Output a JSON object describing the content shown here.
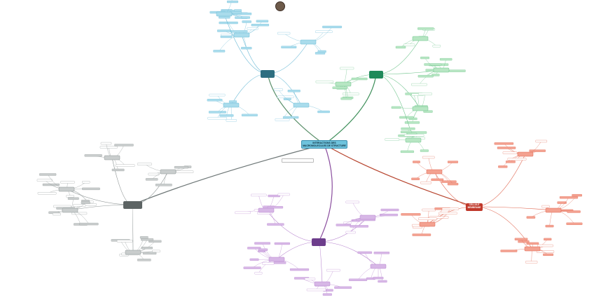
{
  "central": {
    "label": "INTERACTIONS DES MACROMOLECULES DE STRUCTURE"
  },
  "branches": [
    {
      "id": "cyan",
      "label": "",
      "color": "#2d6e80",
      "leaf": "#a9dcec",
      "leaf_stroke": "#6bbad6",
      "line": "#5a8f6a"
    },
    {
      "id": "green",
      "label": "",
      "color": "#1f8a5a",
      "leaf": "#b7e6c3",
      "leaf_stroke": "#6cc38a",
      "line": "#3e8f5a"
    },
    {
      "id": "red",
      "label": "CELLULE MEMBRANE",
      "color": "#c0392b",
      "leaf": "#f3a190",
      "leaf_stroke": "#e06650",
      "line": "#b7452f"
    },
    {
      "id": "purple",
      "label": "",
      "color": "#6d3d8c",
      "leaf": "#d7b7e6",
      "leaf_stroke": "#b784cf",
      "line": "#8a4d9e"
    },
    {
      "id": "grey",
      "label": "",
      "color": "#5d6464",
      "leaf": "#c9cdcd",
      "leaf_stroke": "#8f9696",
      "line": "#6f7878"
    }
  ],
  "legend": {
    "col1": [
      "",
      "",
      "",
      "",
      "",
      "",
      "",
      ""
    ],
    "col2": [
      "",
      "",
      "",
      "",
      "",
      "",
      "",
      ""
    ]
  },
  "colors": {
    "background": "#ffffff",
    "central_fill": "#6fc3dd",
    "central_stroke": "#3a8fb0"
  }
}
